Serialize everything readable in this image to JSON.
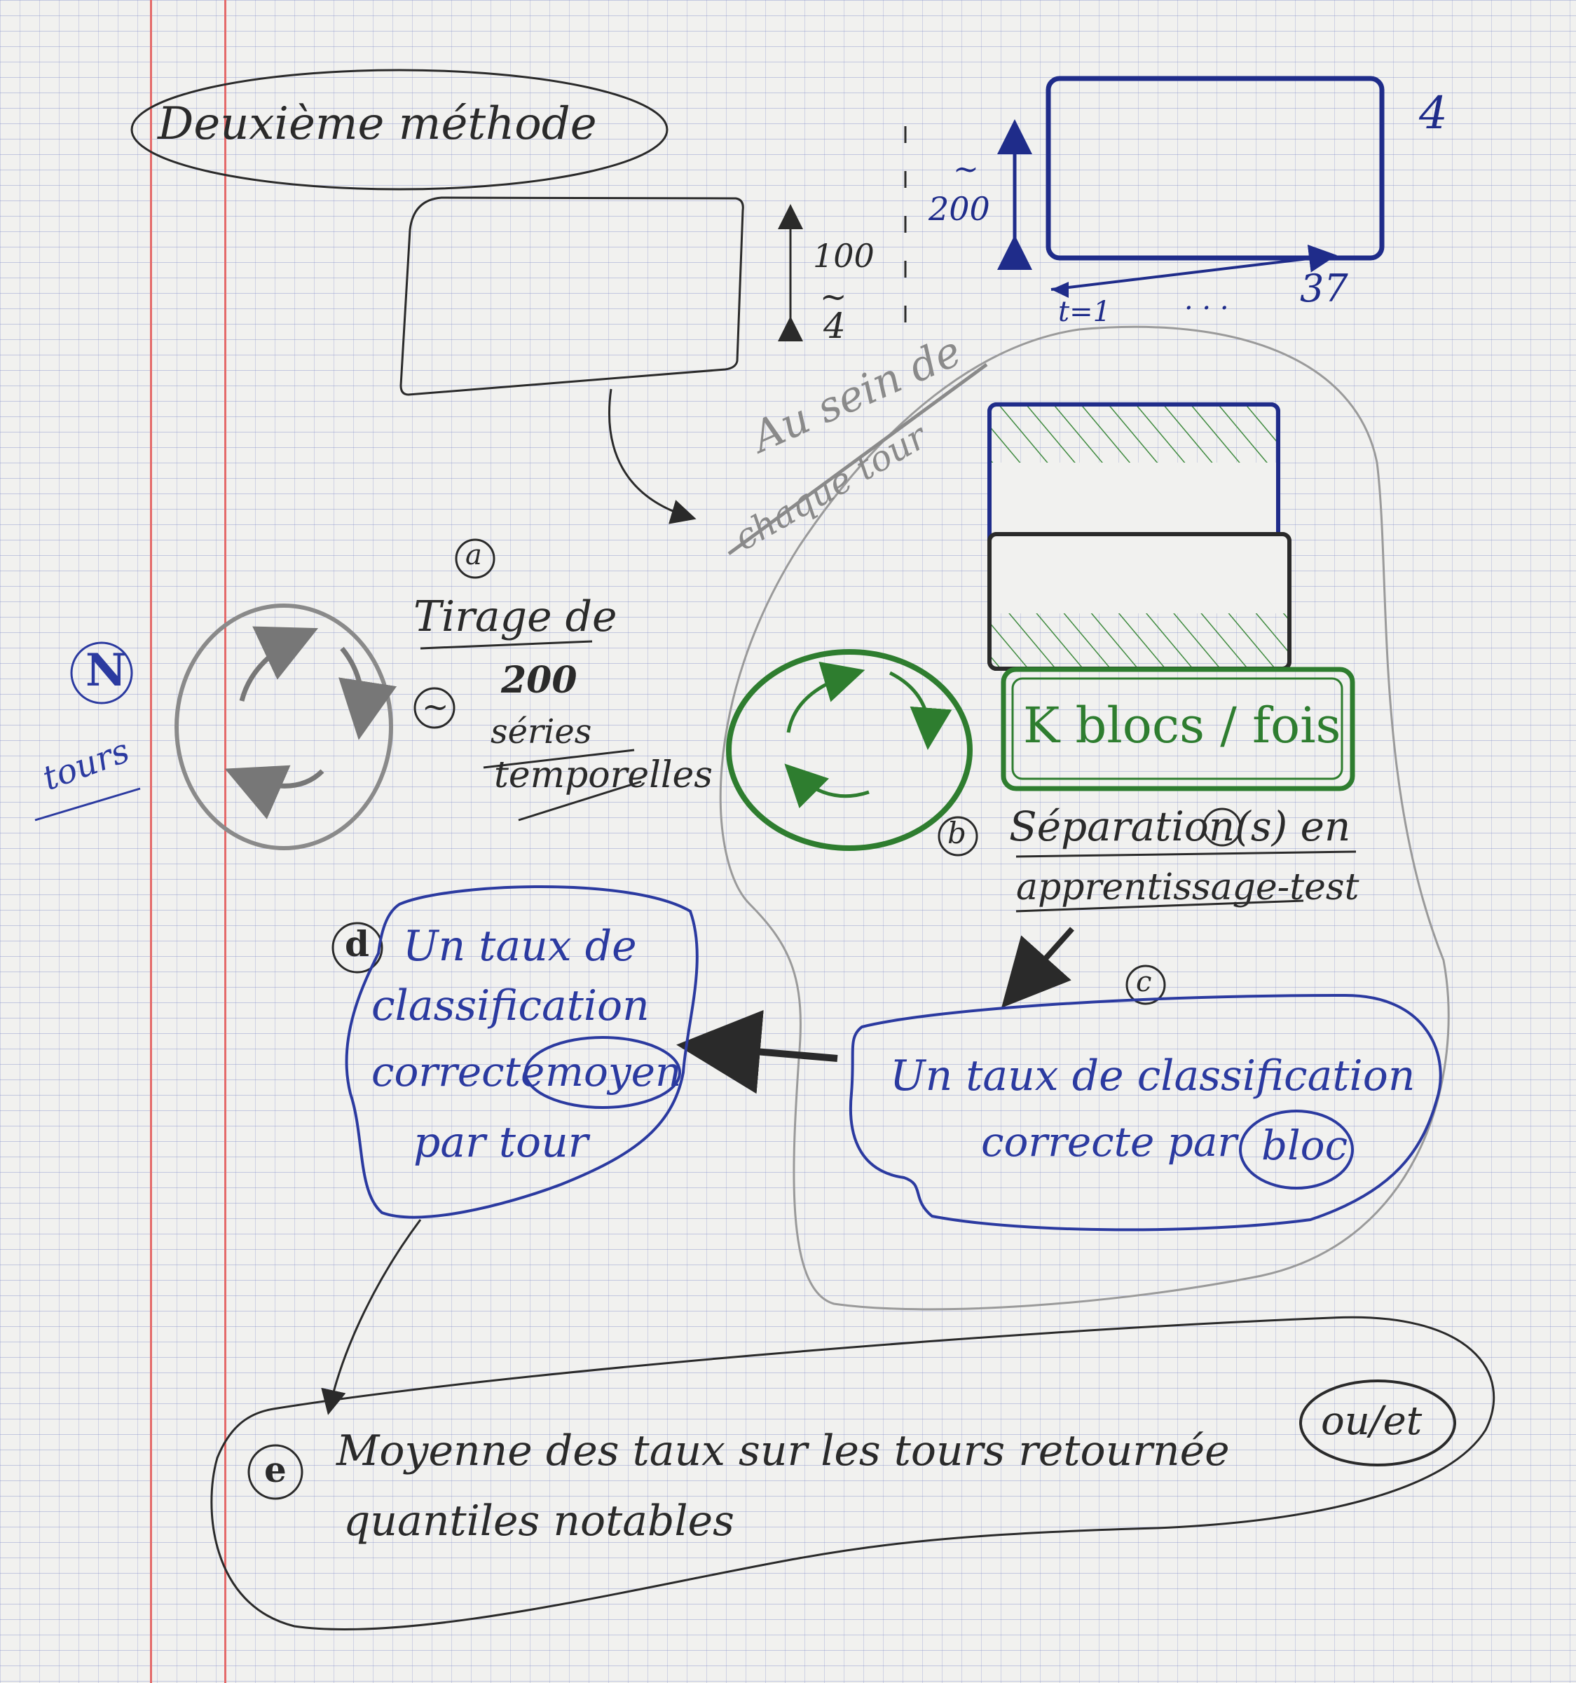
{
  "title": "Deuxième méthode",
  "top_matrix": {
    "height_label": "100",
    "width_label": "4"
  },
  "right_matrix": {
    "height_label": "200",
    "page_label": "4",
    "index_start": "t=1",
    "index_dots": "· · ·",
    "index_end": "37"
  },
  "within_note": {
    "line1": "Au sein de",
    "line2": "chaque tour"
  },
  "loop_n": {
    "letter": "N",
    "label": "tours"
  },
  "step_a": {
    "marker": "a",
    "line1": "Tirage de",
    "line2": "200",
    "line3": "séries",
    "line4": "temporelles",
    "approx": "~"
  },
  "blocks": {
    "k_label": "K blocs / fois"
  },
  "step_b": {
    "marker": "b",
    "line1": "Séparation(s) en",
    "line2": "apprentissage-test"
  },
  "step_c": {
    "marker": "c",
    "line1": "Un taux de classification",
    "line2": "correcte par",
    "circled": "bloc"
  },
  "step_d": {
    "marker": "d",
    "line1": "Un taux de",
    "line2": "classification",
    "line3": "correcte",
    "circled": "moyen",
    "line4": "par tour"
  },
  "step_e": {
    "marker": "e",
    "line1": "Moyenne des taux sur les tours retournée",
    "circled": "ou/et",
    "line2": "quantiles notables"
  },
  "colors": {
    "ink_black": "#2a2a2a",
    "ink_blue": "#2b3aa0",
    "ink_navy": "#1f2c8a",
    "ink_green": "#2e7d2f",
    "pencil_grey": "#8a8a8a",
    "margin_red": "#e46a6a"
  }
}
